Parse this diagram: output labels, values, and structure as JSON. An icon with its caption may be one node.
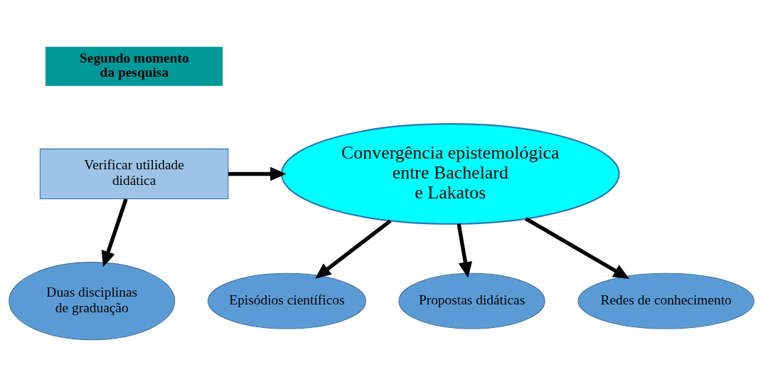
{
  "diagram": {
    "nodes": [
      {
        "text": [
          "Segundo momento da pesquisa"
        ]
      },
      {
        "text": [
          "Verificar utilidade didática"
        ]
      },
      {
        "text": [
          "Convergência epistemológica entre Bachelard e Lakatos"
        ]
      },
      {
        "text": [
          "Duas disciplinas de graduação"
        ]
      },
      {
        "text": [
          "Episódios científicos"
        ]
      },
      {
        "text": [
          "Propostas didáticas"
        ]
      },
      {
        "text": [
          "Redes de conhecimento"
        ]
      }
    ],
    "edges": [
      {
        "from": 1,
        "to": 2,
        "arrow": "to"
      },
      {
        "from": 1,
        "to": 3,
        "arrow": "to"
      },
      {
        "from": 2,
        "to": 4,
        "arrow": "to"
      },
      {
        "from": 2,
        "to": 5,
        "arrow": "to"
      },
      {
        "from": 2,
        "to": 6,
        "arrow": "to"
      }
    ]
  }
}
